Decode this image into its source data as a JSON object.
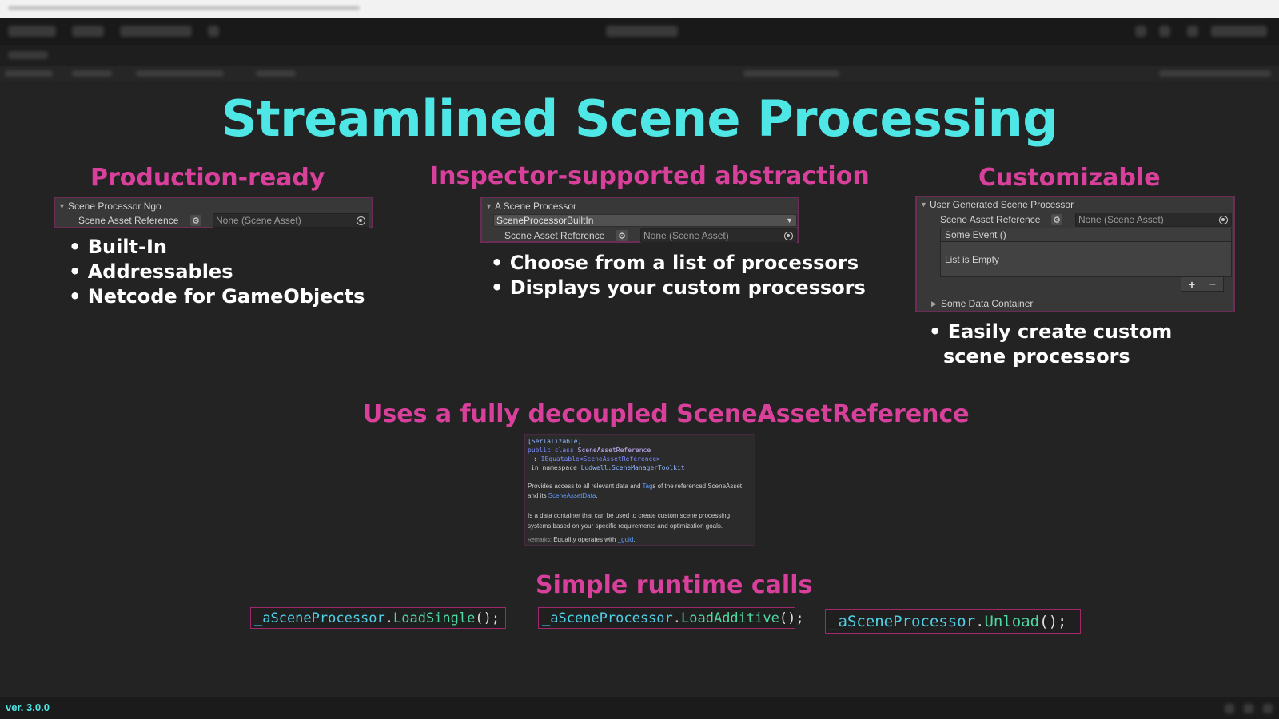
{
  "title": "Streamlined Scene Processing",
  "version": "ver. 3.0.0",
  "sections": {
    "production": {
      "heading": "Production-ready",
      "panel": {
        "foldout": "Scene Processor Ngo",
        "field_label": "Scene Asset Reference",
        "field_value": "None (Scene Asset)"
      },
      "bullets": [
        "• Built-In",
        "• Addressables",
        "• Netcode for GameObjects"
      ]
    },
    "inspector": {
      "heading": "Inspector-supported abstraction",
      "panel": {
        "foldout": "A Scene Processor",
        "dropdown_value": "SceneProcessorBuiltIn",
        "field_label": "Scene Asset Reference",
        "field_value": "None (Scene Asset)"
      },
      "bullets": [
        "• Choose from a list of processors",
        "• Displays your custom processors"
      ]
    },
    "customizable": {
      "heading": "Customizable",
      "panel": {
        "foldout": "User Generated Scene Processor",
        "field_label": "Scene Asset Reference",
        "field_value": "None (Scene Asset)",
        "event_header": "Some Event ()",
        "event_empty": "List is Empty",
        "add_label": "+",
        "remove_label": "−",
        "subfoldout": "Some Data Container"
      },
      "bullets": [
        "• Easily create custom",
        "scene processors"
      ]
    },
    "decoupled": {
      "heading": "Uses a fully decoupled SceneAssetReference",
      "doc": {
        "attribute": "[Serializable]",
        "kw_public_class": "public class",
        "class_name": "SceneAssetReference",
        "colon": ":",
        "interface": "IEquatable<SceneAssetReference>",
        "in_namespace": "in namespace",
        "namespace": "Ludwell.SceneManagerToolkit",
        "desc1_a": "Provides access to all relevant data and ",
        "desc1_link": "Tag",
        "desc1_b": "s of the referenced SceneAsset",
        "desc2_a": "and its ",
        "desc2_link": "SceneAssetData",
        "desc2_b": ".",
        "desc3": "Is a data container that can be used to create custom scene processing",
        "desc4": "systems based on your specific requirements and optimization goals.",
        "remarks_label": "Remarks:",
        "remarks_text": "Equality operates with ",
        "remarks_link": "_guid",
        "remarks_end": "."
      }
    },
    "runtime": {
      "heading": "Simple runtime calls",
      "calls": [
        {
          "object": "_aSceneProcessor",
          "dot": ".",
          "method": "LoadSingle",
          "parens": "();"
        },
        {
          "object": "_aSceneProcessor",
          "dot": ".",
          "method": "LoadAdditive",
          "parens": "();"
        },
        {
          "object": "_aSceneProcessor",
          "dot": ".",
          "method": "Unload",
          "parens": "();"
        }
      ]
    }
  },
  "colors": {
    "title": "#4fe6e6",
    "heading": "#d9409b",
    "panel_border": "#6b2c55",
    "call_border": "#a0286b",
    "background": "#232323"
  },
  "icons": [
    "foldout-arrow-icon",
    "gear-icon",
    "object-picker-icon",
    "dropdown-arrow-icon"
  ]
}
